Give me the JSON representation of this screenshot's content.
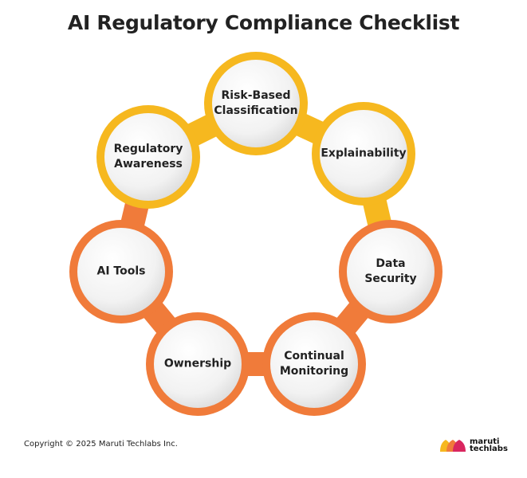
{
  "title": "AI Regulatory Compliance Checklist",
  "items": [
    {
      "line1": "Risk-Based",
      "line2": "Classification"
    },
    {
      "line1": "Explainability",
      "line2": ""
    },
    {
      "line1": "Data",
      "line2": "Security"
    },
    {
      "line1": "Continual",
      "line2": "Monitoring"
    },
    {
      "line1": "Ownership",
      "line2": ""
    },
    {
      "line1": "AI Tools",
      "line2": ""
    },
    {
      "line1": "Regulatory",
      "line2": "Awareness"
    }
  ],
  "colors": {
    "yellow": "#F6B81F",
    "orange": "#F07B3A"
  },
  "footer": {
    "copyright": "Copyright © 2025 Maruti Techlabs Inc."
  },
  "logo": {
    "line1": "maruti",
    "line2": "techlabs"
  }
}
